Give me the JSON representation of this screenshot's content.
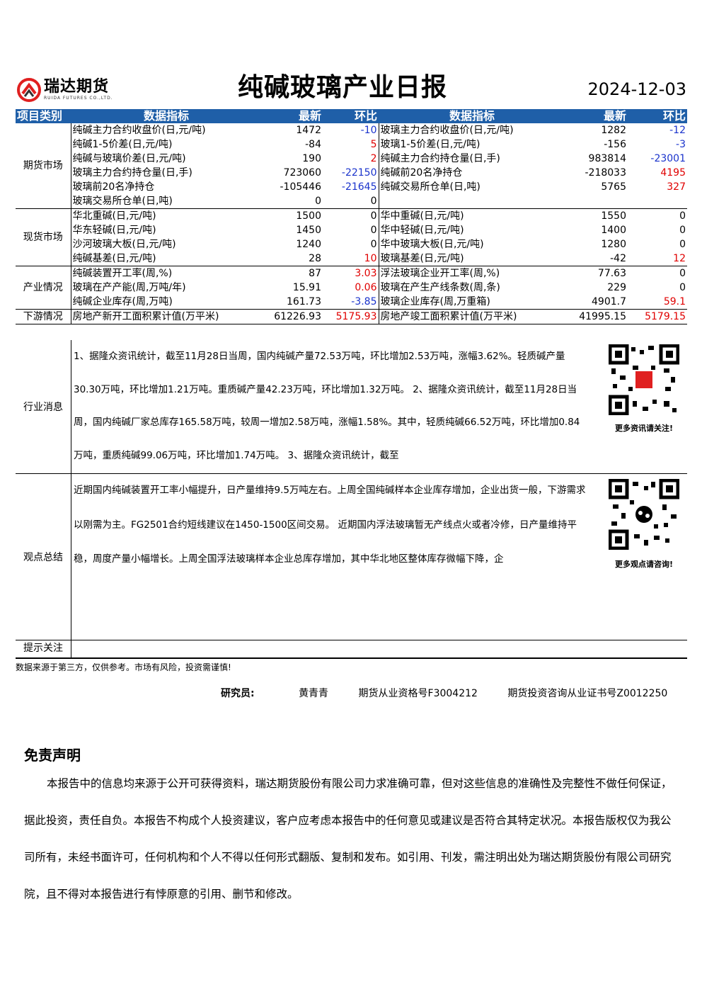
{
  "header": {
    "logo_cn": "瑞达期货",
    "logo_en": "RUIDA FUTURES CO.,LTD.",
    "title": "纯碱玻璃产业日报",
    "date": "2024-12-03",
    "brand_color": "#e02020",
    "header_color": "#1f5fa8"
  },
  "table": {
    "headers": {
      "category": "项目类别",
      "indicator": "数据指标",
      "latest": "最新",
      "change": "环比"
    },
    "sections": [
      {
        "name": "期货市场",
        "rows": [
          {
            "l": [
              "纯碱主力合约收盘价(日,元/吨)",
              "1472",
              "-10",
              "blue"
            ],
            "r": [
              "玻璃主力合约收盘价(日,元/吨)",
              "1282",
              "-12",
              "blue"
            ]
          },
          {
            "l": [
              "纯碱1-5价差(日,元/吨)",
              "-84",
              "5",
              "red"
            ],
            "r": [
              "玻璃1-5价差(日,元/吨)",
              "-156",
              "-3",
              "blue"
            ]
          },
          {
            "l": [
              "纯碱与玻璃价差(日,元/吨)",
              "190",
              "2",
              "red"
            ],
            "r": [
              "纯碱主力合约持仓量(日,手)",
              "983814",
              "-23001",
              "blue"
            ]
          },
          {
            "l": [
              "玻璃主力合约持仓量(日,手)",
              "723060",
              "-22150",
              "blue"
            ],
            "r": [
              "纯碱前20名净持仓",
              "-218033",
              "4195",
              "red"
            ]
          },
          {
            "l": [
              "玻璃前20名净持仓",
              "-105446",
              "-21645",
              "blue"
            ],
            "r": [
              "纯碱交易所仓单(日,吨)",
              "5765",
              "327",
              "red"
            ]
          },
          {
            "l": [
              "玻璃交易所仓单(日,吨)",
              "0",
              "0",
              ""
            ],
            "r": [
              "",
              "",
              "",
              ""
            ]
          }
        ]
      },
      {
        "name": "现货市场",
        "rows": [
          {
            "l": [
              "华北重碱(日,元/吨)",
              "1500",
              "0",
              ""
            ],
            "r": [
              "华中重碱(日,元/吨)",
              "1550",
              "0",
              ""
            ]
          },
          {
            "l": [
              "华东轻碱(日,元/吨)",
              "1450",
              "0",
              ""
            ],
            "r": [
              "华中轻碱(日,元/吨)",
              "1400",
              "0",
              ""
            ]
          },
          {
            "l": [
              "沙河玻璃大板(日,元/吨)",
              "1240",
              "0",
              ""
            ],
            "r": [
              "华中玻璃大板(日,元/吨)",
              "1280",
              "0",
              ""
            ]
          },
          {
            "l": [
              "纯碱基差(日,元/吨)",
              "28",
              "10",
              "red"
            ],
            "r": [
              "玻璃基差(日,元/吨)",
              "-42",
              "12",
              "red"
            ]
          }
        ]
      },
      {
        "name": "产业情况",
        "rows": [
          {
            "l": [
              "纯碱装置开工率(周,%)",
              "87",
              "3.03",
              "red"
            ],
            "r": [
              "浮法玻璃企业开工率(周,%)",
              "77.63",
              "0",
              ""
            ]
          },
          {
            "l": [
              "玻璃在产产能(周,万吨/年)",
              "15.91",
              "0.06",
              "red"
            ],
            "r": [
              "玻璃在产生产线条数(周,条)",
              "229",
              "0",
              ""
            ]
          },
          {
            "l": [
              "纯碱企业库存(周,万吨)",
              "161.73",
              "-3.85",
              "blue"
            ],
            "r": [
              "玻璃企业库存(周,万重箱)",
              "4901.7",
              "59.1",
              "red"
            ]
          }
        ]
      },
      {
        "name": "下游情况",
        "rows": [
          {
            "l": [
              "房地产新开工面积累计值(万平米)",
              "61226.93",
              "5175.93",
              "red"
            ],
            "r": [
              "房地产竣工面积累计值(万平米)",
              "41995.15",
              "5179.15",
              "red"
            ]
          }
        ]
      }
    ]
  },
  "news": {
    "category": "行业消息",
    "text": "1、据隆众资讯统计，截至11月28日当周，国内纯碱产量72.53万吨，环比增加2.53万吨，涨幅3.62%。轻质碱产量30.30万吨，环比增加1.21万吨。重质碱产量42.23万吨，环比增加1.32万吨。 2、据隆众资讯统计，截至11月28日当周，国内纯碱厂家总库存165.58万吨，较周一增加2.58万吨，涨幅1.58%。其中，轻质纯碱66.52万吨，环比增加0.84万吨，重质纯碱99.06万吨，环比增加1.74万吨。 3、据隆众资讯统计，截至"
  },
  "view": {
    "category": "观点总结",
    "text": "近期国内纯碱装置开工率小幅提升，日产量维持9.5万吨左右。上周全国纯碱样本企业库存增加，企业出货一般，下游需求以刚需为主。FG2501合约短线建议在1450-1500区间交易。 近期国内浮法玻璃暂无产线点火或者冷修，日产量维持平稳，周度产量小幅增长。上周全国浮法玻璃样本企业总库存增加，其中华北地区整体库存微幅下降，企"
  },
  "qr": {
    "caption1": "更多资讯请关注!",
    "caption2": "更多观点请咨询!"
  },
  "tip": {
    "category": "提示关注"
  },
  "source": "数据来源于第三方，仅供参考。市场有风险，投资需谨慎!",
  "researcher": {
    "label": "研究员:",
    "name": "黄青青",
    "cert1": "期货从业资格号F3004212",
    "cert2": "期货投资咨询从业证书号Z0012250"
  },
  "disclaimer": {
    "title": "免责声明",
    "text": "本报告中的信息均来源于公开可获得资料，瑞达期货股份有限公司力求准确可靠，但对这些信息的准确性及完整性不做任何保证，据此投资，责任自负。本报告不构成个人投资建议，客户应考虑本报告中的任何意见或建议是否符合其特定状况。本报告版权仅为我公司所有，未经书面许可，任何机构和个人不得以任何形式翻版、复制和发布。如引用、刊发，需注明出处为瑞达期货股份有限公司研究院，且不得对本报告进行有悖原意的引用、删节和修改。"
  }
}
